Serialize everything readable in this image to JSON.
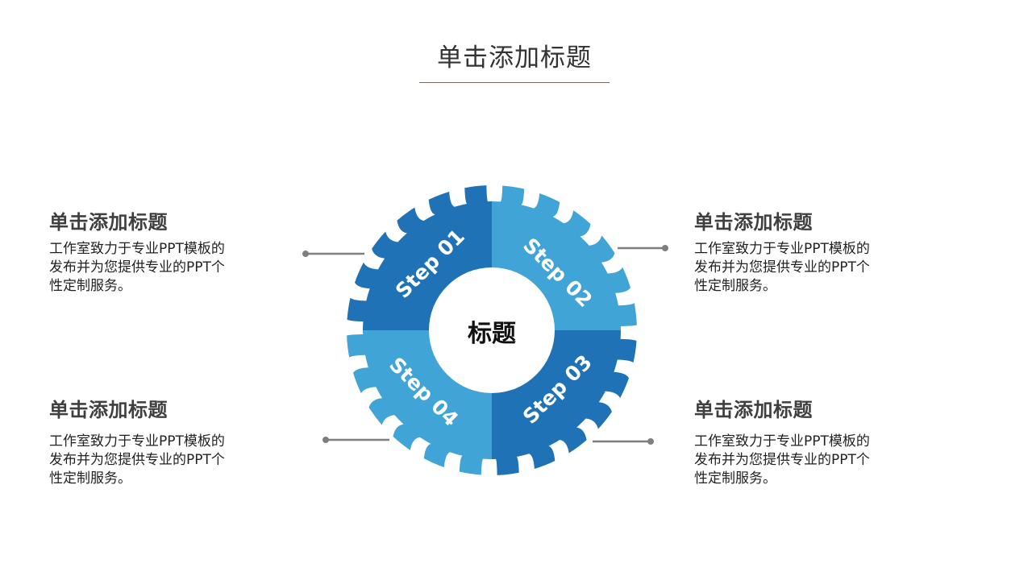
{
  "slide": {
    "title": "单击添加标题"
  },
  "diagram": {
    "center_label": "标题",
    "colors": {
      "dark": "#1f72b5",
      "light": "#41a4d6",
      "connector": "#7f7f7f"
    },
    "steps": [
      {
        "label": "Step 01",
        "color": "#1f72b5",
        "quadrant": "top-left"
      },
      {
        "label": "Step 02",
        "color": "#41a4d6",
        "quadrant": "top-right"
      },
      {
        "label": "Step 03",
        "color": "#1f72b5",
        "quadrant": "bottom-right"
      },
      {
        "label": "Step 04",
        "color": "#41a4d6",
        "quadrant": "bottom-left"
      }
    ]
  },
  "blocks": [
    {
      "position": "top-left",
      "heading": "单击添加标题",
      "body": "工作室致力于专业PPT模板的发布并为您提供专业的PPT个性定制服务。"
    },
    {
      "position": "top-right",
      "heading": "单击添加标题",
      "body": "工作室致力于专业PPT模板的发布并为您提供专业的PPT个性定制服务。"
    },
    {
      "position": "bottom-left",
      "heading": "单击添加标题",
      "body": "工作室致力于专业PPT模板的发布并为您提供专业的PPT个性定制服务。"
    },
    {
      "position": "bottom-right",
      "heading": "单击添加标题",
      "body": "工作室致力于专业PPT模板的发布并为您提供专业的PPT个性定制服务。"
    }
  ]
}
